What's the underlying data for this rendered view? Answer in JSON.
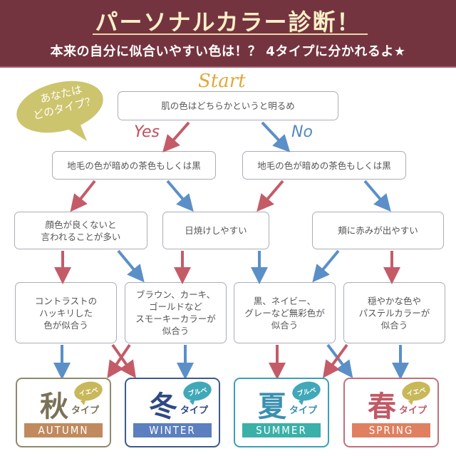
{
  "header": {
    "title": "パーソナルカラー診断！",
    "subtitle": "本来の自分に似合いやすい色は！？ 4タイプに分かれるよ★"
  },
  "bubble": {
    "text": "あなたは\nどのタイプ？"
  },
  "labels": {
    "start": "Start",
    "yes": "Yes",
    "no": "No"
  },
  "questions": {
    "q1": "肌の色はどちらかというと明るめ",
    "q2_left": "地毛の色が暗めの茶色もしくは黒",
    "q2_right": "地毛の色が暗めの茶色もしくは黒",
    "q3_left": "顔色が良くないと\n言われることが多い",
    "q3_mid": "日焼けしやすい",
    "q3_right": "頬に赤みが出やすい"
  },
  "results": [
    {
      "text": "コントラストの\nハッキリした\n色が似合う"
    },
    {
      "text": "ブラウン、カーキ、\nゴールドなど\nスモーキーカラーが\n似合う"
    },
    {
      "text": "黒、ネイビー、\nグレーなど無彩色が\n似合う"
    },
    {
      "text": "穏やかな色や\nパステルカラーが\n似合う"
    }
  ],
  "types": [
    {
      "kanji": "秋",
      "taipu": "タイプ",
      "tag": "イエベ",
      "name": "AUTUMN",
      "border": "#8c8a6c",
      "kanji_color": "#7a7258",
      "tag_color": "#c8b85a",
      "band": "#c08a5e"
    },
    {
      "kanji": "冬",
      "taipu": "タイプ",
      "tag": "ブルベ",
      "name": "WINTER",
      "border": "#3e5a8a",
      "kanji_color": "#2f4a82",
      "tag_color": "#40a8b8",
      "band": "#5b7fbf"
    },
    {
      "kanji": "夏",
      "taipu": "タイプ",
      "tag": "ブルベ",
      "name": "SUMMER",
      "border": "#3aa0b8",
      "kanji_color": "#3a90b0",
      "tag_color": "#40a8b8",
      "band": "#3ab0a8"
    },
    {
      "kanji": "春",
      "taipu": "タイプ",
      "tag": "イエベ",
      "name": "SPRING",
      "border": "#c0707a",
      "kanji_color": "#c05a66",
      "tag_color": "#c8b85a",
      "band": "#e08060"
    }
  ],
  "colors": {
    "yes_arrow": "#c45c68",
    "no_arrow": "#5b8fc8",
    "header_bg": "#74343f"
  }
}
